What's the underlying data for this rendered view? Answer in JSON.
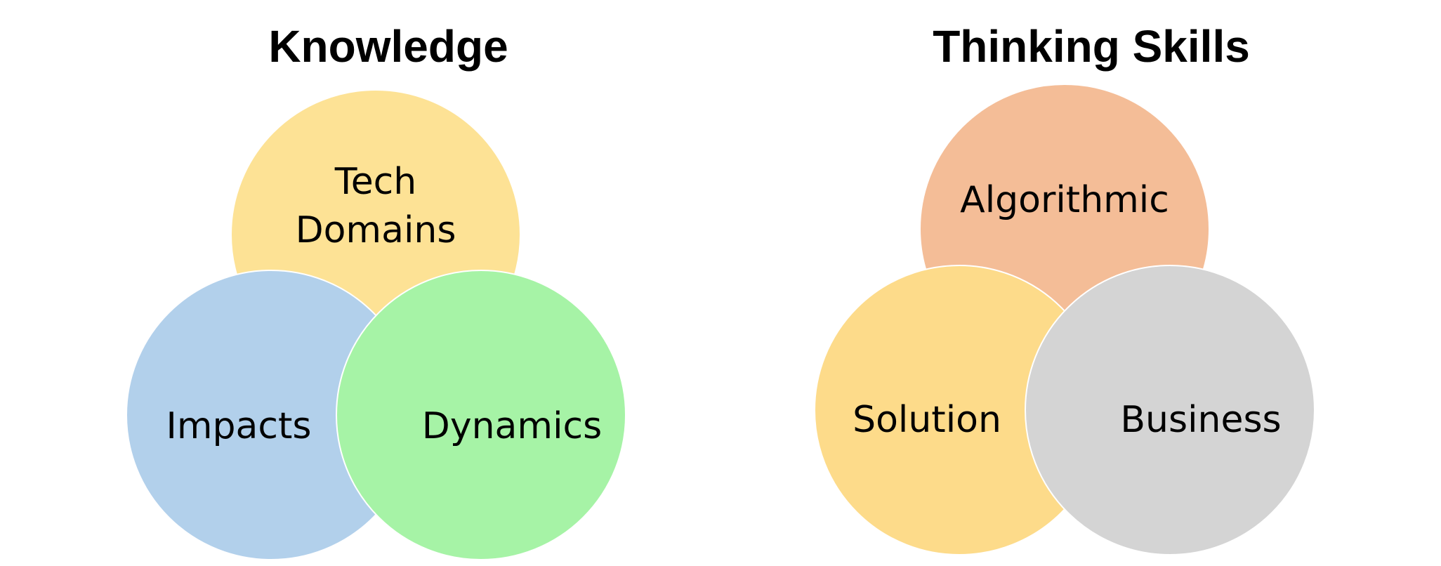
{
  "diagrams": [
    {
      "title": "Knowledge",
      "circles": [
        {
          "label_lines": [
            "Tech",
            "Domains"
          ],
          "color": "#FDDB78"
        },
        {
          "label_lines": [
            "Impacts"
          ],
          "color": "#9DC3E6"
        },
        {
          "label_lines": [
            "Dynamics"
          ],
          "color": "#8EF08E"
        }
      ]
    },
    {
      "title": "Thinking Skills",
      "circles": [
        {
          "label_lines": [
            "Algorithmic"
          ],
          "color": "#F2AB7A"
        },
        {
          "label_lines": [
            "Solution"
          ],
          "color": "#FDD26A"
        },
        {
          "label_lines": [
            "Business"
          ],
          "color": "#C8C8C8"
        }
      ]
    }
  ]
}
